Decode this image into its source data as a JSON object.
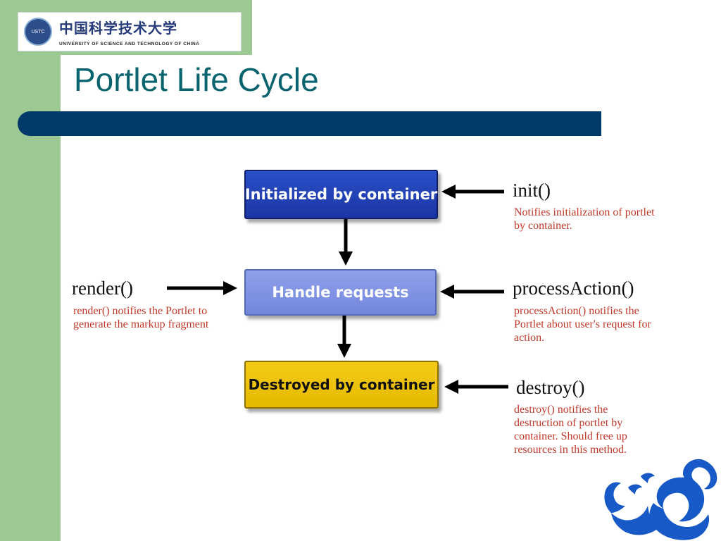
{
  "logo": {
    "chinese_name": "中国科学技术大学",
    "english_name": "UNIVERSITY OF SCIENCE AND TECHNOLOGY OF CHINA",
    "seal_text": "USTC"
  },
  "title": "Portlet Life Cycle",
  "diagram": {
    "boxes": {
      "initialized": "Initialized by container",
      "handle": "Handle requests",
      "destroyed": "Destroyed by container"
    },
    "methods": {
      "init": {
        "name": "init()",
        "description": "Notifies initialization of portlet by container."
      },
      "processAction": {
        "name": "processAction()",
        "description": "processAction() notifies the Portlet about user's request for action."
      },
      "render": {
        "name": "render()",
        "description": "render() notifies the Portlet to generate the markup fragment"
      },
      "destroy": {
        "name": "destroy()",
        "description": "destroy() notifies the destruction of portlet by container. Should free up resources in this method."
      }
    }
  },
  "colors": {
    "side_band": "#9cc993",
    "title_text": "#0a6470",
    "title_bar": "#003a6a",
    "note_text": "#c0392b",
    "box_initialized": "#1b36a4",
    "box_handle": "#8396e2",
    "box_destroyed": "#e6b900",
    "dragon": "#1659c7"
  }
}
